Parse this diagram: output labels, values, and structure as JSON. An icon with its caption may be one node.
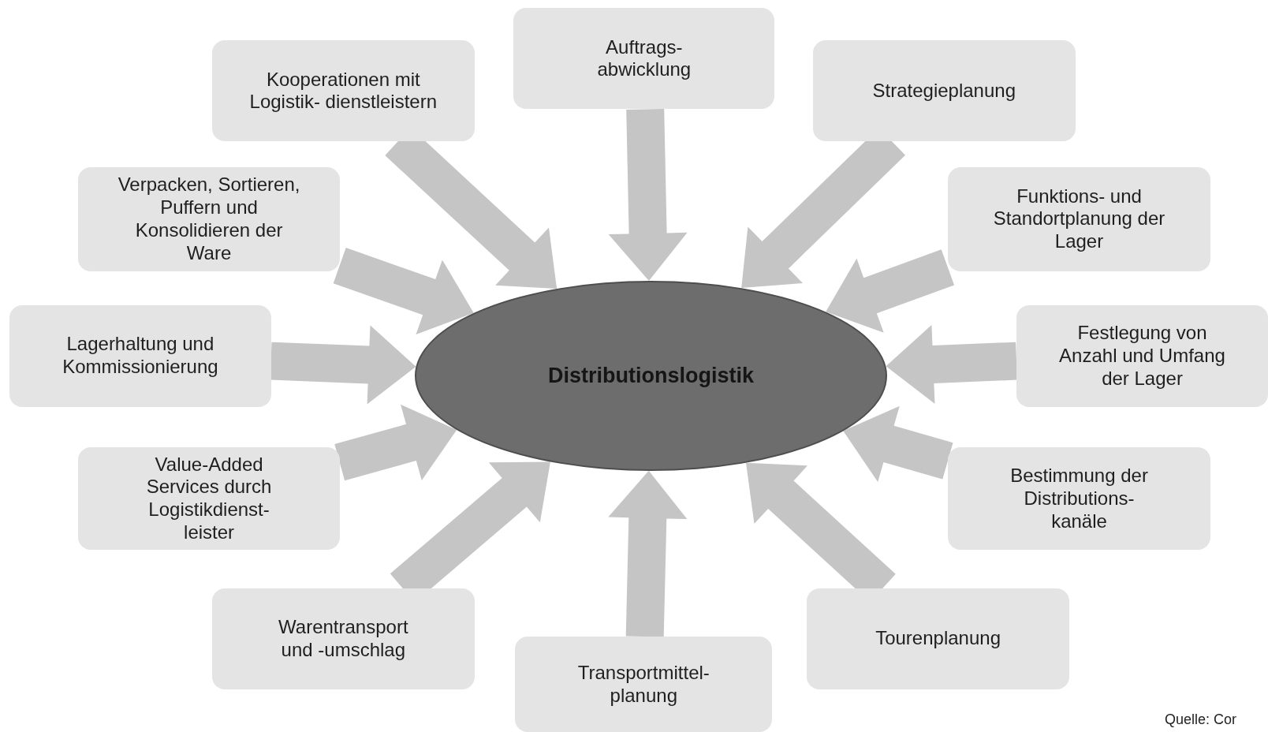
{
  "diagram": {
    "nodes": [
      {
        "text": [
          "Auftrags- abwicklung"
        ]
      },
      {
        "text": [
          "Kooperationen mit Logistik- dienstleistern"
        ]
      },
      {
        "text": [
          "Strategieplanung"
        ]
      },
      {
        "text": [
          "Verpacken, Sortieren, Puffern und Konsolidieren der Ware"
        ]
      },
      {
        "text": [
          "Funktions- und Standortplanung der Lager"
        ]
      },
      {
        "text": [
          "Distributionslogistik"
        ]
      },
      {
        "text": [
          "Lagerhaltung und Kommissionierung"
        ]
      },
      {
        "text": [
          "Festlegung von Anzahl und Umfang der Lager"
        ]
      },
      {
        "text": [
          "Value-Added Services durch Logistikdienst- leister"
        ]
      },
      {
        "text": [
          "Bestimmung der Distributions- kanäle"
        ]
      },
      {
        "text": [
          "Warentransport und -umschlag"
        ]
      },
      {
        "text": [
          "Tourenplanung"
        ]
      },
      {
        "text": [
          "Transportmittel- planung"
        ]
      }
    ],
    "edges": [
      {
        "from": 0,
        "to": 5,
        "arrow": "to"
      },
      {
        "from": 1,
        "to": 5,
        "arrow": "to"
      },
      {
        "from": 2,
        "to": 5,
        "arrow": "to"
      },
      {
        "from": 3,
        "to": 5,
        "arrow": "to"
      },
      {
        "from": 4,
        "to": 5,
        "arrow": "to"
      },
      {
        "from": 6,
        "to": 5,
        "arrow": "to"
      },
      {
        "from": 7,
        "to": 5,
        "arrow": "to"
      },
      {
        "from": 8,
        "to": 5,
        "arrow": "to"
      },
      {
        "from": 9,
        "to": 5,
        "arrow": "to"
      },
      {
        "from": 10,
        "to": 5,
        "arrow": "to"
      },
      {
        "from": 11,
        "to": 5,
        "arrow": "to"
      },
      {
        "from": 12,
        "to": 5,
        "arrow": "to"
      }
    ],
    "labels": [
      "Quelle: Cor"
    ]
  }
}
